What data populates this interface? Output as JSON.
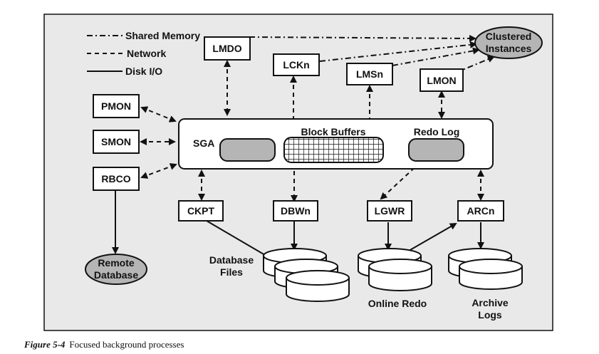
{
  "legend": {
    "shared_memory": "Shared Memory",
    "network": "Network",
    "disk_io": "Disk I/O"
  },
  "processes": {
    "lmdo": "LMDO",
    "lckn": "LCKn",
    "lmsn": "LMSn",
    "lmon": "LMON",
    "pmon": "PMON",
    "smon": "SMON",
    "rbco": "RBCO",
    "ckpt": "CKPT",
    "dbwn": "DBWn",
    "lgwr": "LGWR",
    "arcn": "ARCn"
  },
  "sga": {
    "label": "SGA",
    "block_buffers": "Block Buffers",
    "redo_log": "Redo Log"
  },
  "clustered_instances": [
    "Clustered",
    "Instances"
  ],
  "remote_database": [
    "Remote",
    "Database"
  ],
  "storage": {
    "database_files": [
      "Database",
      "Files"
    ],
    "online_redo": "Online Redo",
    "archive_logs": [
      "Archive",
      "Logs"
    ]
  },
  "caption": {
    "figure": "Figure 5-4",
    "text": "Focused background processes"
  },
  "colors": {
    "panel": "#e9e9e9",
    "stroke": "#111111",
    "fill_gray": "#b5b5b5",
    "box": "#ffffff"
  }
}
